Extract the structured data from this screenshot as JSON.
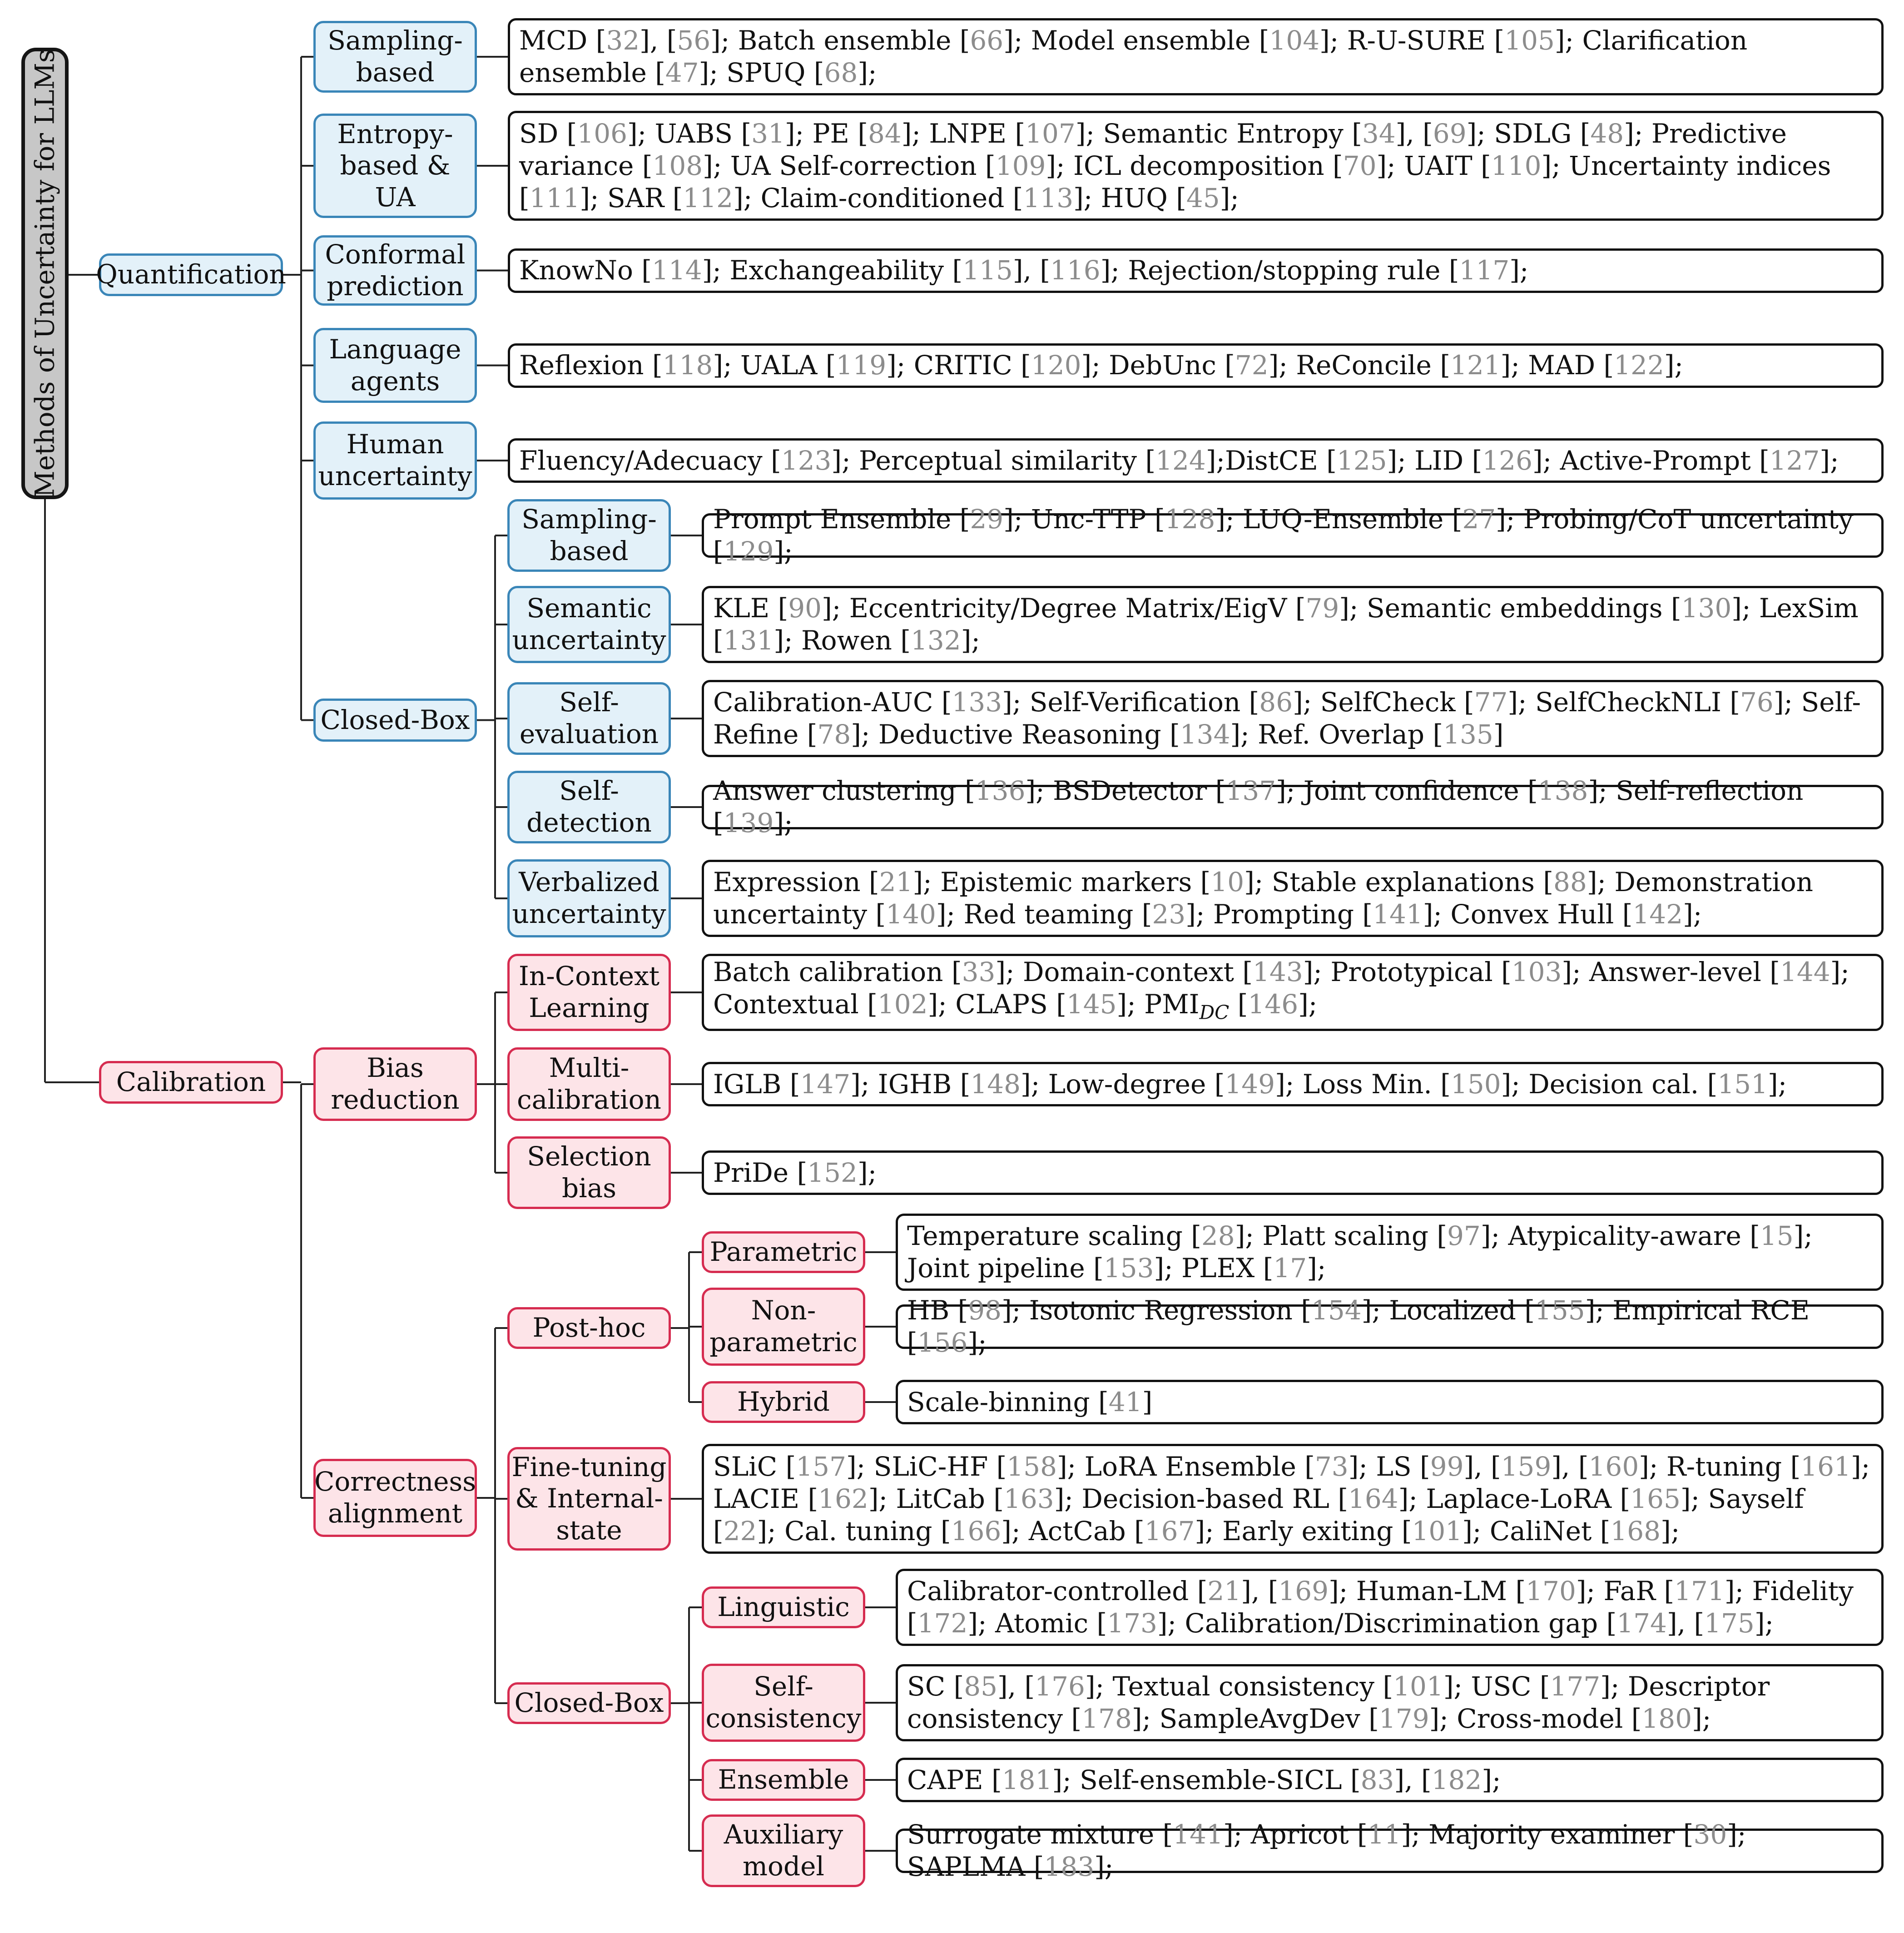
{
  "title": "Methods of Uncertainty for LLMs",
  "colors": {
    "quantification": "#3a86b8",
    "calibration": "#d62c50",
    "root": "#c7c7c7",
    "reference": "#8c8c8c"
  },
  "branches": [
    {
      "id": "q",
      "label": "Quantification",
      "children": [
        {
          "id": "q1",
          "label": "Sampling-based",
          "leaf": "MCD [32], [56]; Batch ensemble [66]; Model ensemble [104]; R-U-SURE [105]; Clarification ensemble [47]; SPUQ [68];"
        },
        {
          "id": "q2",
          "label": "Entropy-based & UA",
          "leaf": "SD [106]; UABS [31]; PE [84]; LNPE [107]; Semantic Entropy [34], [69]; SDLG [48]; Predictive variance [108]; UA Self-correction [109]; ICL decomposition [70]; UAIT [110]; Uncertainty indices [111]; SAR [112]; Claim-conditioned [113]; HUQ [45];"
        },
        {
          "id": "q3",
          "label": "Conformal prediction",
          "leaf": "KnowNo [114]; Exchangeability [115], [116]; Rejection/stopping rule [117];"
        },
        {
          "id": "q4",
          "label": "Language agents",
          "leaf": "Reflexion [118]; UALA [119]; CRITIC [120]; DebUnc [72]; ReConcile [121]; MAD [122];"
        },
        {
          "id": "q5",
          "label": "Human uncertainty",
          "leaf": "Fluency/Adecuacy [123]; Perceptual similarity [124];DistCE [125]; LID [126]; Active-Prompt [127];"
        },
        {
          "id": "q6",
          "label": "Closed-Box",
          "children": [
            {
              "id": "q6a",
              "label": "Sampling-based",
              "leaf": "Prompt Ensemble [29]; Unc-TTP [128]; LUQ-Ensemble [27]; Probing/CoT uncertainty [129];"
            },
            {
              "id": "q6b",
              "label": "Semantic uncertainty",
              "leaf": "KLE [90]; Eccentricity/Degree Matrix/EigV [79]; Semantic embeddings [130]; LexSim [131]; Rowen [132];"
            },
            {
              "id": "q6c",
              "label": "Self-evaluation",
              "leaf": "Calibration-AUC [133]; Self-Verification [86]; SelfCheck [77]; SelfCheckNLI [76]; Self-Refine [78]; Deductive Reasoning [134]; Ref. Overlap [135]"
            },
            {
              "id": "q6d",
              "label": "Self-detection",
              "leaf": "Answer clustering [136]; BSDetector [137]; Joint confidence [138]; Self-reflection [139];"
            },
            {
              "id": "q6e",
              "label": "Verbalized uncertainty",
              "leaf": "Expression [21]; Epistemic markers [10]; Stable explanations [88]; Demonstration uncertainty [140]; Red teaming [23]; Prompting [141]; Convex Hull [142];"
            }
          ]
        }
      ]
    },
    {
      "id": "c",
      "label": "Calibration",
      "children": [
        {
          "id": "c1",
          "label": "Bias reduction",
          "children": [
            {
              "id": "c1a",
              "label": "In-Context Learning",
              "leaf": "Batch calibration [33]; Domain-context [143]; Prototypical [103]; Answer-level [144]; Contextual [102]; CLAPS [145]; PMI_DC [146];"
            },
            {
              "id": "c1b",
              "label": "Multi-calibration",
              "leaf": "IGLB [147]; IGHB [148]; Low-degree [149]; Loss Min. [150]; Decision cal. [151];"
            },
            {
              "id": "c1c",
              "label": "Selection bias",
              "leaf": "PriDe [152];"
            }
          ]
        },
        {
          "id": "c2",
          "label": "Correctness alignment",
          "children": [
            {
              "id": "c2a",
              "label": "Post-hoc",
              "children": [
                {
                  "id": "c2a1",
                  "label": "Parametric",
                  "leaf": "Temperature scaling [28]; Platt scaling [97]; Atypicality-aware [15]; Joint pipeline [153]; PLEX [17];"
                },
                {
                  "id": "c2a2",
                  "label": "Non-parametric",
                  "leaf": "HB [98]; Isotonic Regression [154]; Localized [155]; Empirical RCE [156];"
                },
                {
                  "id": "c2a3",
                  "label": "Hybrid",
                  "leaf": "Scale-binning [41]"
                }
              ]
            },
            {
              "id": "c2b",
              "label": "Fine-tuning & Internal-state",
              "leaf": "SLiC [157]; SLiC-HF [158]; LoRA Ensemble [73]; LS [99], [159], [160]; R-tuning [161]; LACIE [162]; LitCab [163]; Decision-based RL [164]; Laplace-LoRA [165]; Sayself [22]; Cal. tuning [166]; ActCab [167]; Early exiting [101]; CaliNet [168];"
            },
            {
              "id": "c2c",
              "label": "Closed-Box",
              "children": [
                {
                  "id": "c2c1",
                  "label": "Linguistic",
                  "leaf": "Calibrator-controlled [21], [169]; Human-LM [170]; FaR [171]; Fidelity [172]; Atomic [173]; Calibration/Discrimination gap [174], [175];"
                },
                {
                  "id": "c2c2",
                  "label": "Self-consistency",
                  "leaf": "SC [85], [176]; Textual consistency [101]; USC [177]; Descriptor consistency [178]; SampleAvgDev [179]; Cross-model [180];"
                },
                {
                  "id": "c2c3",
                  "label": "Ensemble",
                  "leaf": "CAPE [181]; Self-ensemble-SICL [83], [182];"
                },
                {
                  "id": "c2c4",
                  "label": "Auxiliary model",
                  "leaf": "Surrogate mixture [141]; Apricot [11]; Majority examiner [30]; SAPLMA [183];"
                }
              ]
            }
          ]
        }
      ]
    }
  ]
}
